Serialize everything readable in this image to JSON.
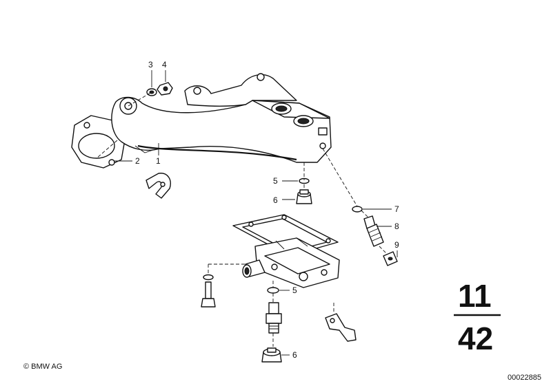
{
  "diagram": {
    "callouts": [
      {
        "id": "1",
        "label": "1"
      },
      {
        "id": "2",
        "label": "2"
      },
      {
        "id": "3",
        "label": "3"
      },
      {
        "id": "4",
        "label": "4"
      },
      {
        "id": "5a",
        "label": "5"
      },
      {
        "id": "6a",
        "label": "6"
      },
      {
        "id": "7",
        "label": "7"
      },
      {
        "id": "8",
        "label": "8"
      },
      {
        "id": "9",
        "label": "9"
      },
      {
        "id": "5b",
        "label": "5"
      },
      {
        "id": "6b",
        "label": "6"
      }
    ],
    "group_number": {
      "top": "11",
      "bottom": "42"
    },
    "copyright": "© BMW AG",
    "image_code": "00022885"
  }
}
